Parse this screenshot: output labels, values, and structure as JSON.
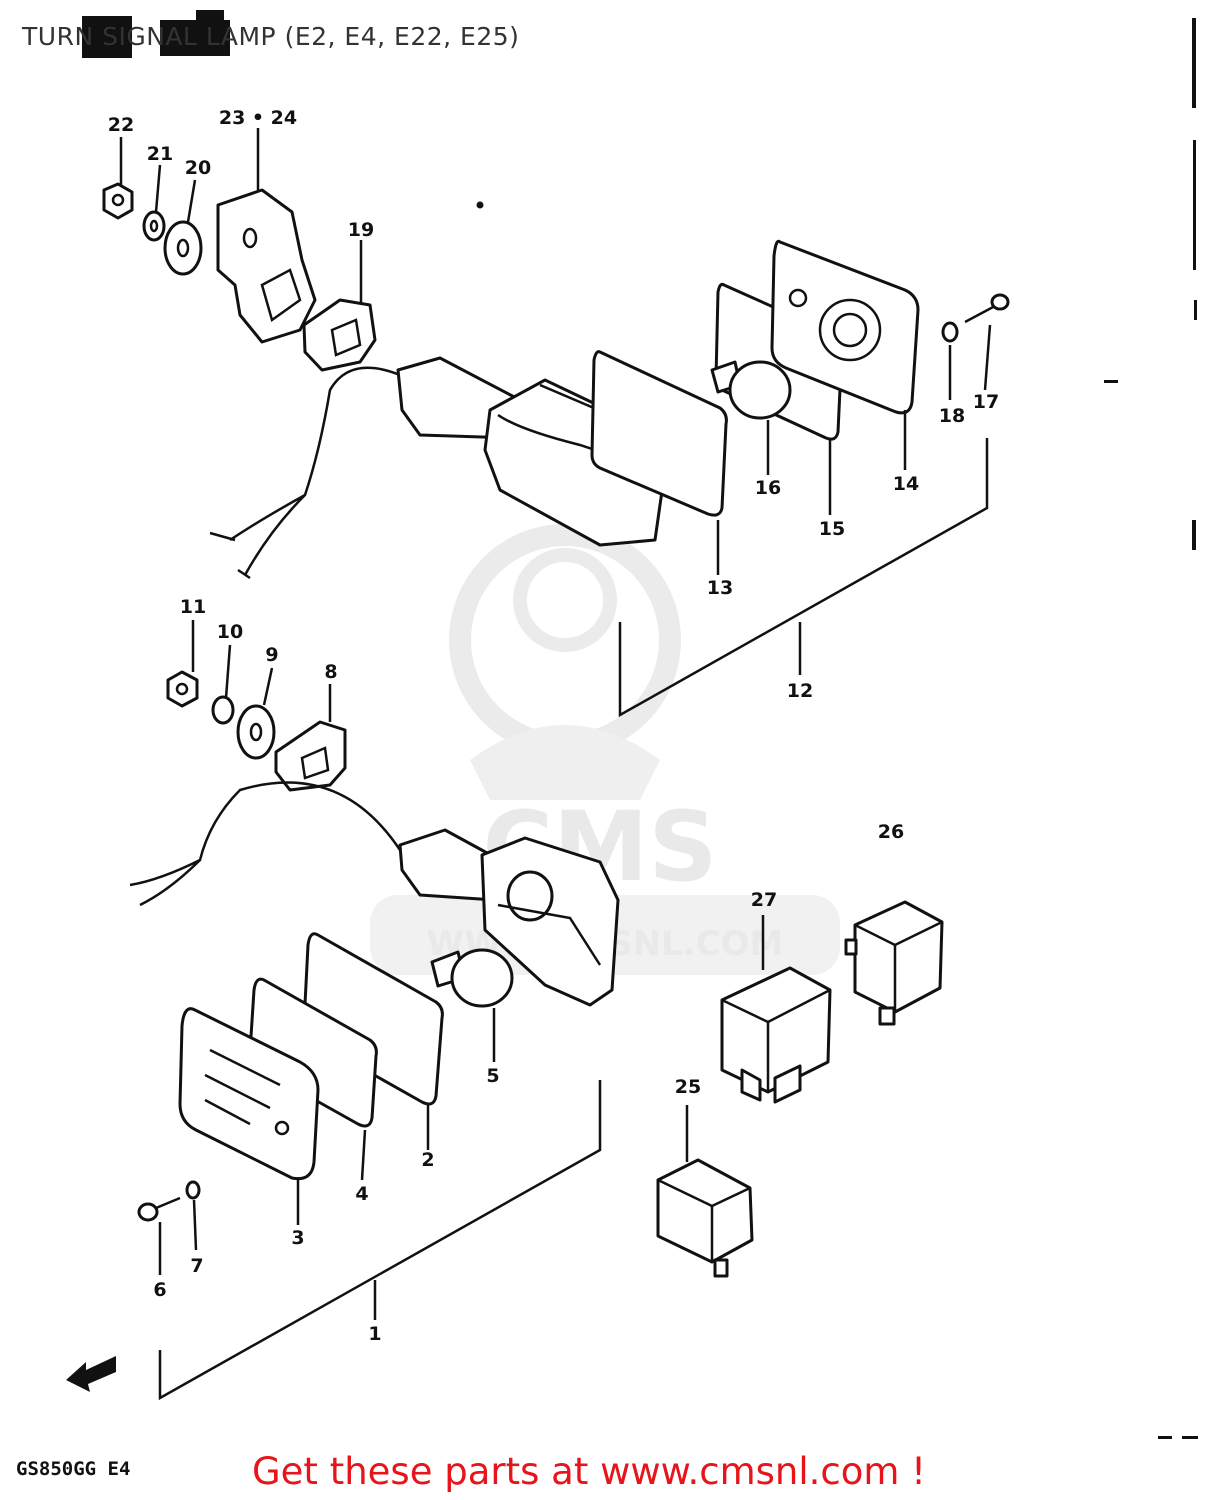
{
  "title": "TURN SIGNAL LAMP (E2, E4, E22, E25)",
  "model_code": "GS850GG E4",
  "promo_text": "Get these parts at www.cmsnl.com !",
  "watermark": {
    "brand": "CMS",
    "url": "WWW.CMSNL.COM"
  },
  "colors": {
    "promo": "#e8141b",
    "line": "#111111",
    "watermark": "#e9e9e9"
  },
  "callouts": {
    "c1": "1",
    "c2": "2",
    "c3": "3",
    "c4": "4",
    "c5": "5",
    "c6": "6",
    "c7": "7",
    "c8": "8",
    "c9": "9",
    "c10": "10",
    "c11": "11",
    "c12": "12",
    "c13": "13",
    "c14": "14",
    "c15": "15",
    "c16": "16",
    "c17": "17",
    "c18": "18",
    "c19": "19",
    "c20": "20",
    "c21": "21",
    "c22": "22",
    "c23_24": "23 • 24",
    "c25": "25",
    "c26": "26",
    "c27": "27"
  }
}
